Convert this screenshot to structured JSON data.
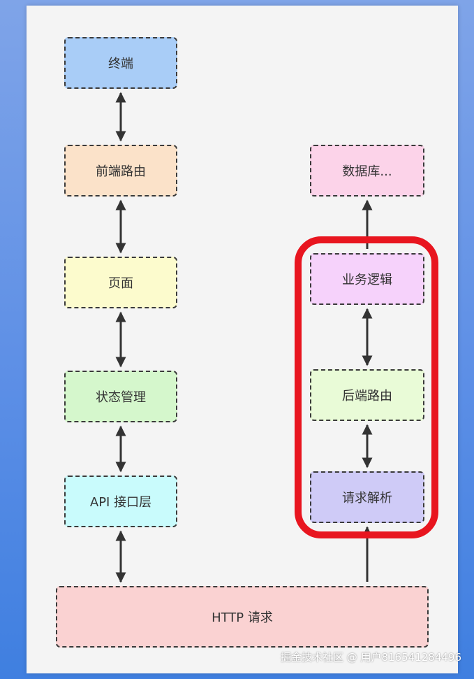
{
  "nodes": {
    "terminal": "终端",
    "frontend_router": "前端路由",
    "page": "页面",
    "state_management": "状态管理",
    "api_layer": "API 接口层",
    "database": "数据库...",
    "business_logic": "业务逻辑",
    "backend_router": "后端路由",
    "request_parsing": "请求解析",
    "http_request": "HTTP 请求"
  },
  "watermark": "掘金技术社区 @ 用户816541284496",
  "colors": {
    "highlight": "#e8151f",
    "arrow": "#333333"
  }
}
